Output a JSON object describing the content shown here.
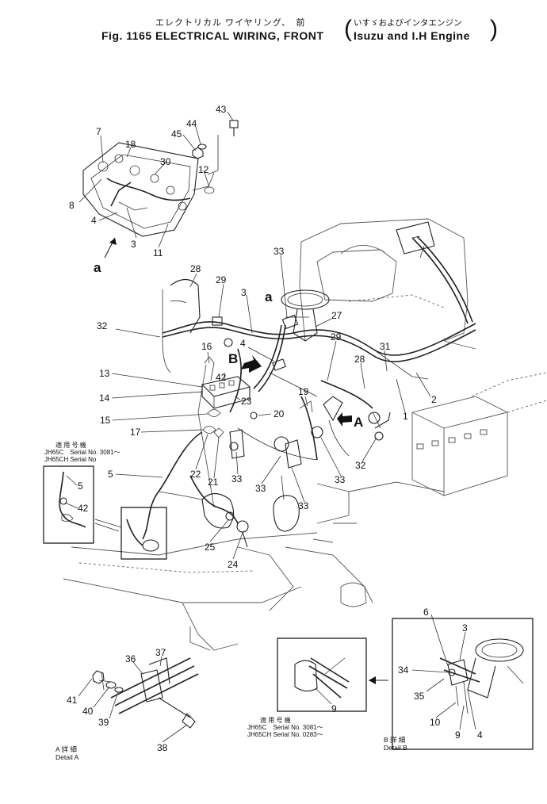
{
  "title": {
    "jp_main": "エレクトリカル ワイヤリング、　前",
    "jp_sub": "いすゞおよびインタエンジン",
    "fig": "Fig. 1165 ELECTRICAL WIRING, FRONT",
    "sub": "Isuzu and I.H Engine"
  },
  "serial_note_left": {
    "jp": "適 用 号 機",
    "line1": "JH65C　Serial No. 3081～",
    "line2": "JH65CH Serial No"
  },
  "serial_note_bottom": {
    "jp": "適 用 号 機",
    "line1": "JH65C　Serial No. 3081～",
    "line2": "JH65CH Serial No. 0283～"
  },
  "detail_a": {
    "jp": "A 詳 細",
    "en": "Detail A"
  },
  "detail_b": {
    "jp": "B 詳 細",
    "en": "Detail B"
  },
  "view_letters": {
    "a_top": "a",
    "a_mid": "a",
    "b": "B",
    "A": "A"
  },
  "callouts": {
    "c43": "43",
    "c44": "44",
    "c45": "45",
    "c12": "12",
    "c7": "7",
    "c18": "18",
    "c30": "30",
    "c8": "8",
    "c4a": "4",
    "c3a": "3",
    "c11": "11",
    "c28a": "28",
    "c29a": "29",
    "c3b": "3",
    "c33a": "33",
    "c27": "27",
    "c32a": "32",
    "c16": "16",
    "c4b": "4",
    "c29b": "29",
    "c31": "31",
    "c28b": "28",
    "c2": "2",
    "c1": "1",
    "c13": "13",
    "c42a": "42",
    "c14": "14",
    "c23": "23",
    "c19": "19",
    "c15": "15",
    "c20": "20",
    "c17": "17",
    "c32b": "32",
    "c22": "22",
    "c21": "21",
    "c33b": "33",
    "c33c": "33",
    "c33d": "33",
    "c5a": "5",
    "c5b": "5",
    "c42b": "42",
    "c25": "25",
    "c24": "24",
    "c9a": "9",
    "c3c": "3",
    "c6": "6",
    "c34": "34",
    "c35": "35",
    "c10": "10",
    "c9b": "9",
    "c4c": "4",
    "c36": "36",
    "c37": "37",
    "c41": "41",
    "c40": "40",
    "c39": "39",
    "c38": "38"
  }
}
